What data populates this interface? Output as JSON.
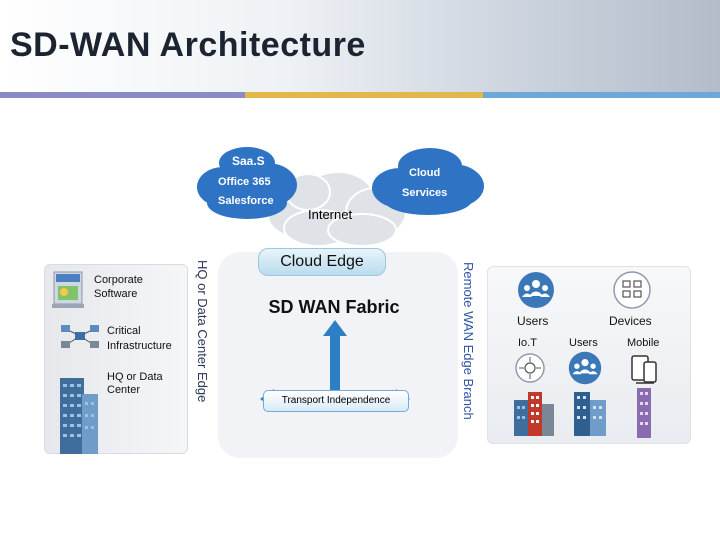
{
  "slide": {
    "title": "SD-WAN Architecture"
  },
  "colors": {
    "stripe_purple": "#8a8ac4",
    "stripe_gold": "#e2b84a",
    "stripe_blue": "#6ea8d8",
    "cloud_blue": "#2f74c4",
    "internet_cloud": "#dfe3e8",
    "arrow_blue": "#2d7fc3"
  },
  "saas": {
    "title": "Saa.S",
    "items": [
      "Office 365",
      "Salesforce"
    ]
  },
  "cloud_services": {
    "line1": "Cloud",
    "line2": "Services"
  },
  "internet": {
    "label": "Internet"
  },
  "hq_edge": {
    "vertical_label": "HQ or Data Center Edge",
    "items": [
      {
        "label_lines": [
          "Corporate",
          "Software"
        ],
        "icon": "software-box-icon"
      },
      {
        "label_lines": [
          "Critical",
          "Infrastructure"
        ],
        "icon": "network-nodes-icon"
      },
      {
        "label_lines": [
          "HQ or Data",
          "Center"
        ],
        "icon": "office-tower-icon"
      }
    ]
  },
  "fabric": {
    "cloud_edge": "Cloud Edge",
    "title": "SD WAN Fabric",
    "transport": "Transport Independence"
  },
  "branch": {
    "vertical_label": "Remote WAN Edge Branch",
    "top_labels": [
      "Users",
      "Devices"
    ],
    "row_labels": [
      "Io.T",
      "Users",
      "Mobile"
    ],
    "icons": [
      "users-group-icon",
      "devices-grid-icon",
      "iot-icon",
      "users-group-icon",
      "mobile-devices-icon",
      "branch-building-icon",
      "branch-building-icon",
      "branch-building-icon"
    ]
  }
}
